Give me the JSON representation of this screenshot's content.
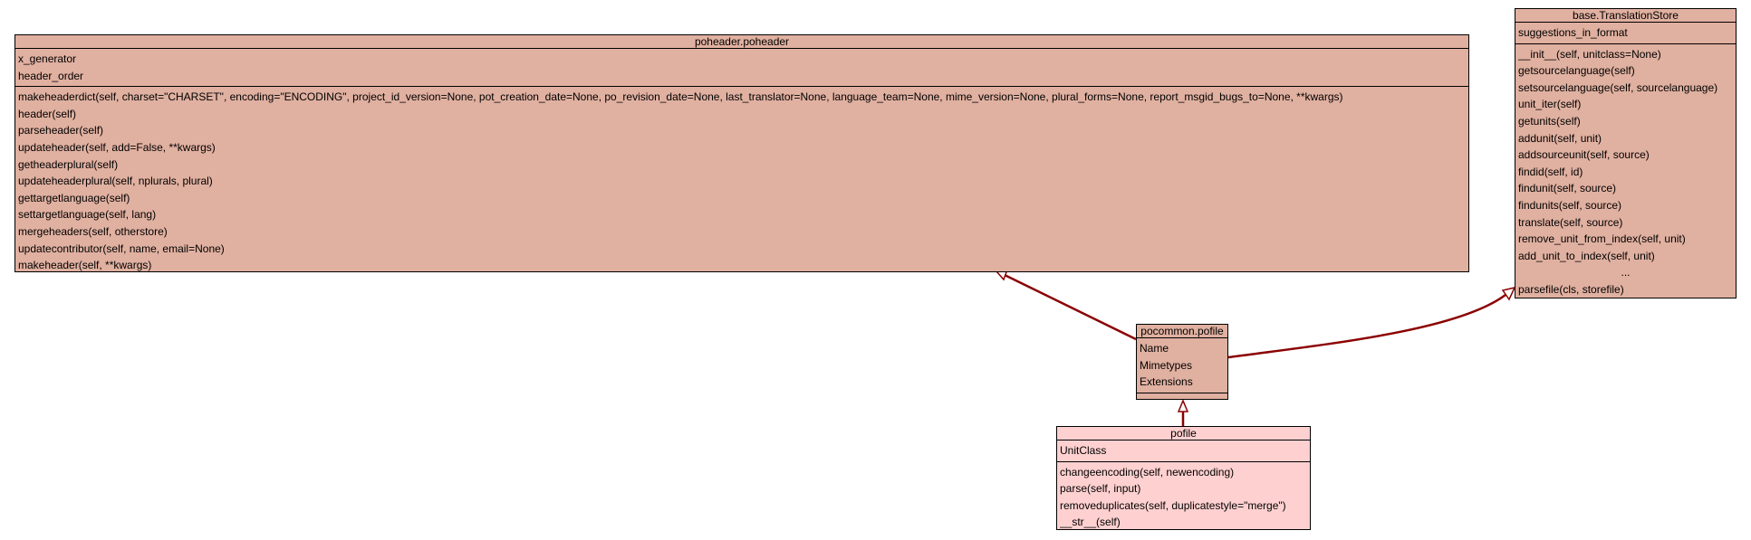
{
  "classes": {
    "poheader": {
      "title": "poheader.poheader",
      "attributes": [
        "x_generator",
        "header_order"
      ],
      "methods": [
        "makeheaderdict(self, charset=\"CHARSET\", encoding=\"ENCODING\", project_id_version=None, pot_creation_date=None, po_revision_date=None, last_translator=None, language_team=None, mime_version=None, plural_forms=None, report_msgid_bugs_to=None, **kwargs)",
        "header(self)",
        "parseheader(self)",
        "updateheader(self, add=False, **kwargs)",
        "getheaderplural(self)",
        "updateheaderplural(self, nplurals, plural)",
        "gettargetlanguage(self)",
        "settargetlanguage(self, lang)",
        "mergeheaders(self, otherstore)",
        "updatecontributor(self, name, email=None)",
        "makeheader(self, **kwargs)"
      ]
    },
    "translationstore": {
      "title": "base.TranslationStore",
      "attributes": [
        "suggestions_in_format"
      ],
      "methods": [
        "__init__(self, unitclass=None)",
        "getsourcelanguage(self)",
        "setsourcelanguage(self, sourcelanguage)",
        "unit_iter(self)",
        "getunits(self)",
        "addunit(self, unit)",
        "addsourceunit(self, source)",
        "findid(self, id)",
        "findunit(self, source)",
        "findunits(self, source)",
        "translate(self, source)",
        "remove_unit_from_index(self, unit)",
        "add_unit_to_index(self, unit)",
        "...",
        "parsefile(cls, storefile)"
      ]
    },
    "pocommon": {
      "title": "pocommon.pofile",
      "attributes": [
        "Name",
        "Mimetypes",
        "Extensions"
      ],
      "methods": []
    },
    "pofile": {
      "title": "pofile",
      "attributes": [
        "UnitClass"
      ],
      "methods": [
        "changeencoding(self, newencoding)",
        "parse(self, input)",
        "removeduplicates(self, duplicatestyle=\"merge\")",
        "__str__(self)"
      ]
    }
  },
  "colors": {
    "base_class_fill": "#e0b0a0",
    "main_class_fill": "#ffd0d0",
    "edge": "#8b0000"
  }
}
